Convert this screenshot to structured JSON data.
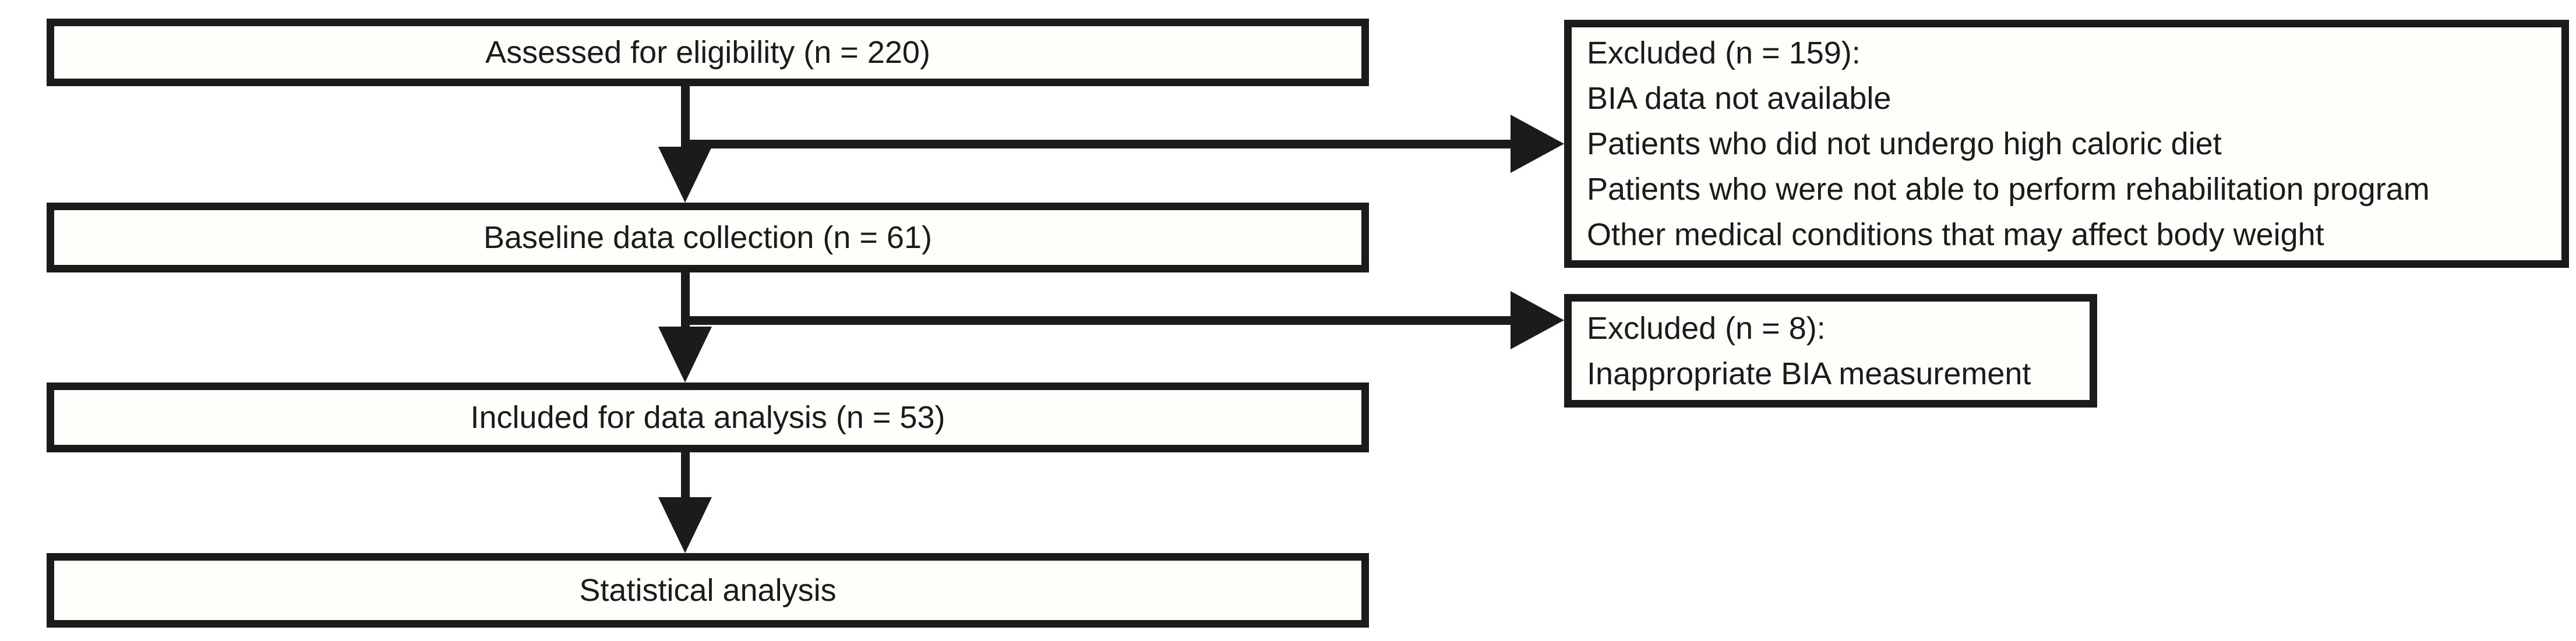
{
  "diagram": {
    "type": "flowchart",
    "colors": {
      "line": "#1b1b1b",
      "background": "#ffffff"
    },
    "flow": [
      {
        "label": "Assessed for eligibility (n = 220)"
      },
      {
        "label": "Baseline data collection (n = 61)"
      },
      {
        "label": "Included for data analysis (n = 53)"
      },
      {
        "label": "Statistical analysis"
      }
    ],
    "exclusions": [
      {
        "lines": [
          "Excluded (n = 159):",
          "BIA data not available",
          "Patients who did not undergo high caloric diet",
          "Patients who were not able to perform rehabilitation program",
          "Other medical conditions that may affect body weight"
        ]
      },
      {
        "lines": [
          "Excluded (n = 8):",
          "Inappropriate BIA measurement"
        ]
      }
    ]
  }
}
